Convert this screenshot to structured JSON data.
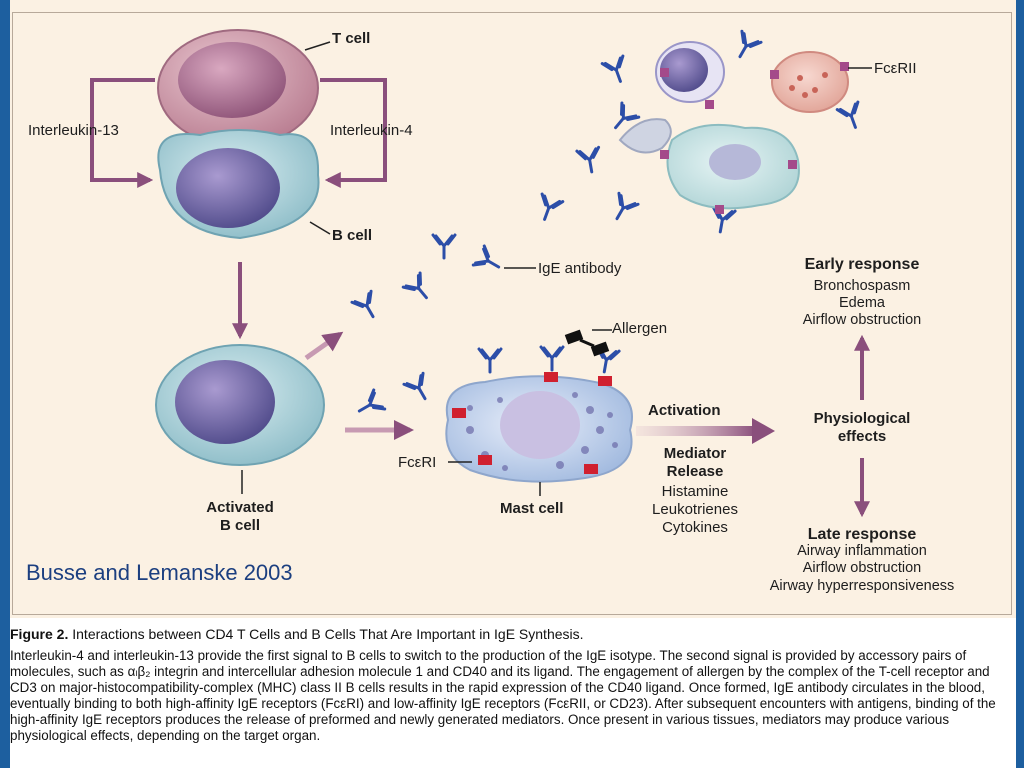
{
  "figure": {
    "cells": {
      "t_cell": "T cell",
      "b_cell": "B cell",
      "activated_b_cell": "Activated\nB cell",
      "mast_cell": "Mast cell"
    },
    "signals": {
      "interleukin_13": "Interleukin-13",
      "interleukin_4": "Interleukin-4"
    },
    "molecules": {
      "ige_antibody": "IgE antibody",
      "allergen": "Allergen",
      "fceri": "FcεRI",
      "fceril": "FcεRII"
    },
    "process": {
      "activation": "Activation",
      "mediator_release": "Mediator\nRelease",
      "mediators": [
        "Histamine",
        "Leukotrienes",
        "Cytokines"
      ],
      "physiological_effects": "Physiological\neffects"
    },
    "early_response": {
      "title": "Early response",
      "items": [
        "Bronchospasm",
        "Edema",
        "Airflow obstruction"
      ]
    },
    "late_response": {
      "title": "Late response",
      "items": [
        "Airway inflammation",
        "Airflow obstruction",
        "Airway hyperresponsiveness"
      ]
    },
    "citation": "Busse and Lemanske 2003"
  },
  "caption": {
    "figure_number": "Figure 2.",
    "title": "Interactions between CD4 T Cells and B Cells That Are Important in IgE Synthesis.",
    "body": "Interleukin-4 and interleukin-13 provide the first signal to B cells to switch to the production of the IgE isotype. The second signal is provided by accessory pairs of molecules, such as αₗβ₂ integrin and intercellular adhesion molecule 1 and CD40 and its ligand. The engagement of allergen by the complex of the T-cell receptor and CD3 on major-histocompatibility-complex (MHC) class II B cells results in the rapid expression of the CD40 ligand. Once formed, IgE antibody circulates in the blood, eventually binding to both high-affinity IgE receptors (FcεRI) and low-affinity IgE receptors (FcεRII, or CD23). After subsequent encounters with antigens, binding of the high-affinity IgE receptors produces the release of preformed and newly generated mediators. Once present in various tissues, mediators may produce various physiological effects, depending on the target organ."
  },
  "colors": {
    "slide_background": "#1a5a9a",
    "figure_background": "#fbf1e3",
    "arrow_purple": "#8a4f7c",
    "antibody_blue": "#2c4ea8",
    "receptor_red": "#d0202f",
    "citation_blue": "#1c3f80"
  }
}
